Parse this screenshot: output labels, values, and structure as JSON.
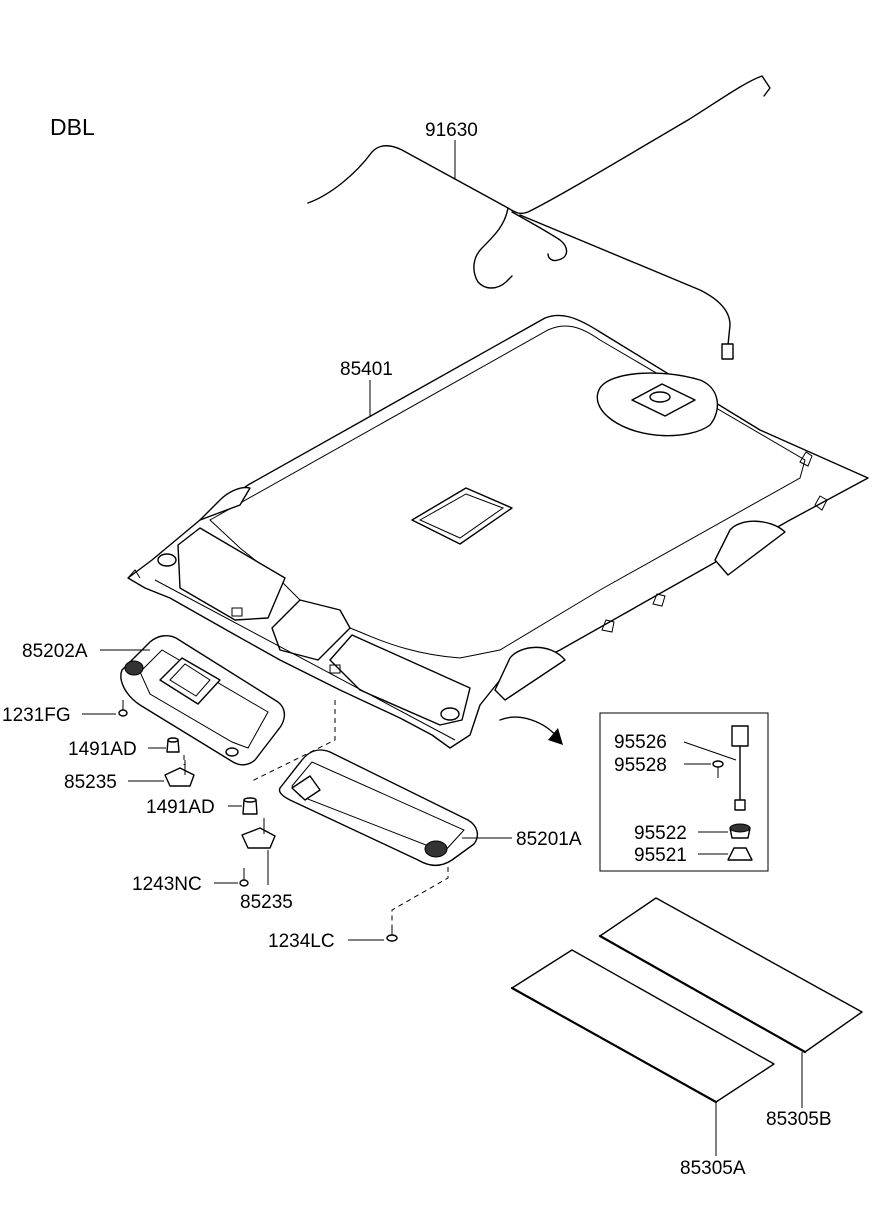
{
  "diagram": {
    "variant_label": "DBL",
    "parts": {
      "wiring_harness": "91630",
      "headlining": "85401",
      "sunvisor_left": "85202A",
      "sunvisor_right": "85201A",
      "screw_1231fg": "1231FG",
      "clip_upper": "1491AD",
      "bracket_upper": "85235",
      "clip_lower": "1491AD",
      "screw_1243nc": "1243NC",
      "bracket_lower": "85235",
      "screw_1234lc": "1234LC",
      "lamp_assy": "95526",
      "lamp_screw": "95528",
      "lamp_holder": "95522",
      "lamp_nut": "95521",
      "pad_right": "85305B",
      "pad_left": "85305A"
    }
  }
}
